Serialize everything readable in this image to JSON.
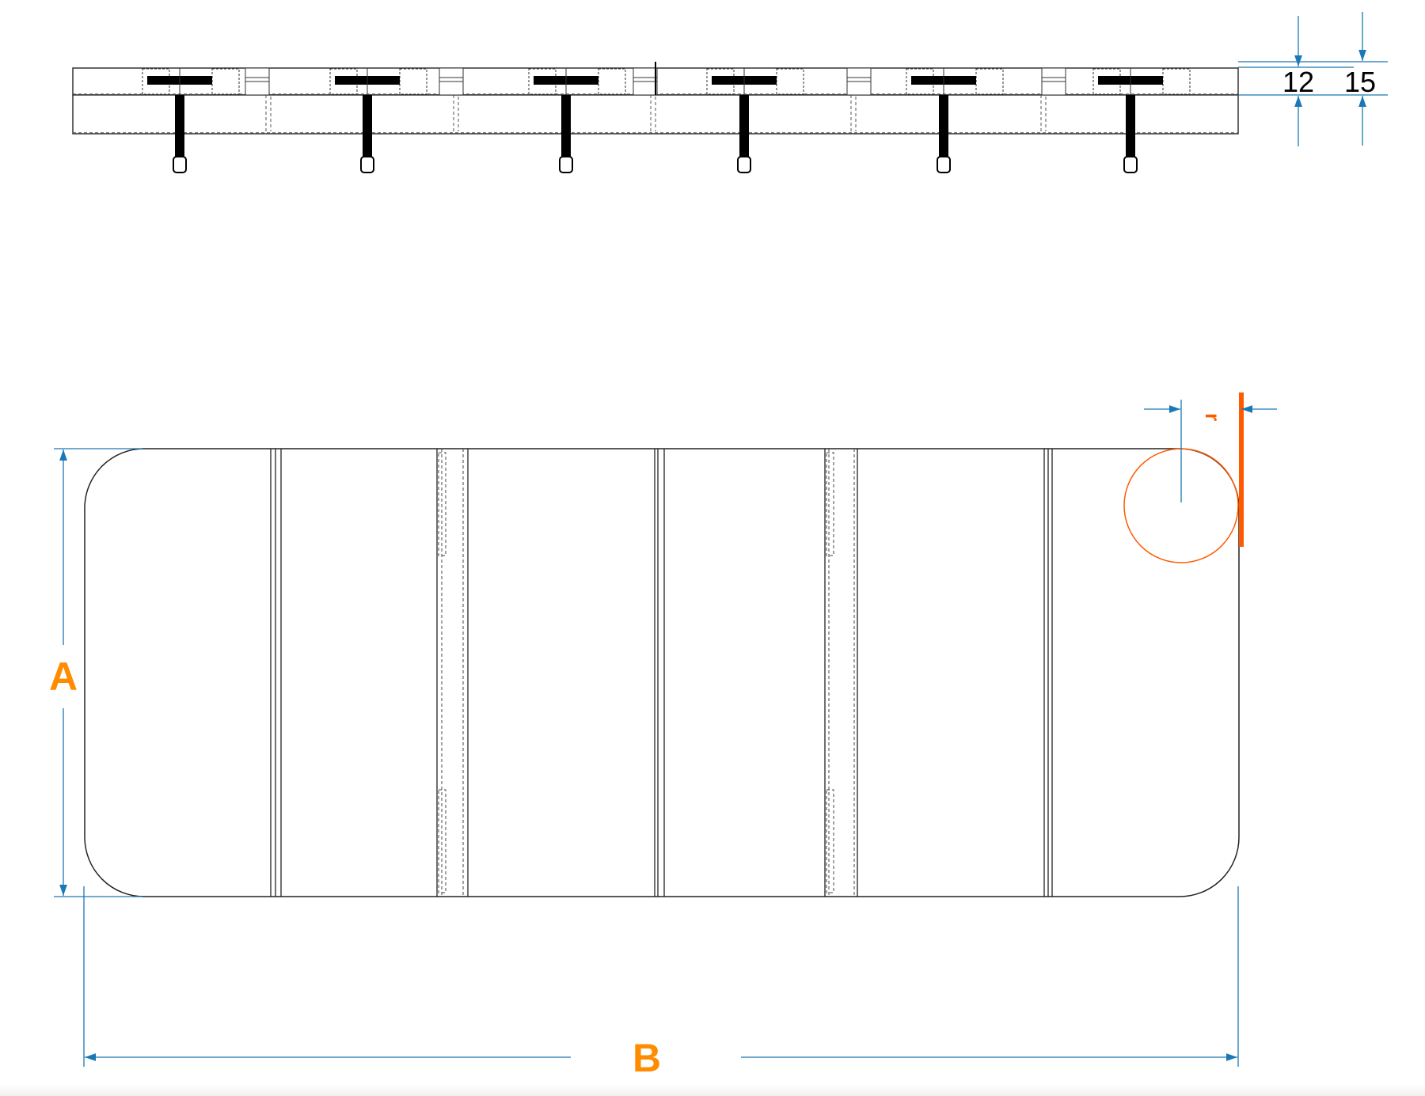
{
  "colors": {
    "dimension": "#1a78b4",
    "highlight": "#ff5a00",
    "label": "#ff8c00",
    "outline": "#222222"
  },
  "side_view": {
    "dimensions": {
      "inner_label": "12",
      "outer_label": "15"
    },
    "strap_count": 6
  },
  "plan_view": {
    "height_label": "A",
    "length_label": "B",
    "radius_label": "r"
  }
}
